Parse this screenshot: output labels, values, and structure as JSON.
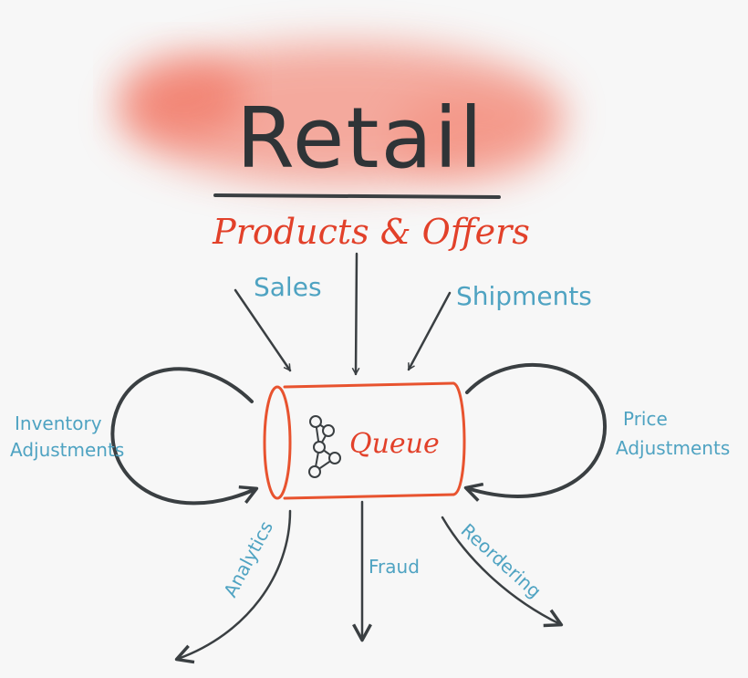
{
  "title": "Retail",
  "subtitle": "Products & Offers",
  "hub": {
    "label": "Queue",
    "icon": "network-graph-icon"
  },
  "inputs": {
    "sales": "Sales",
    "shipments": "Shipments"
  },
  "loops": {
    "left": [
      "Inventory",
      "Adjustments"
    ],
    "right": [
      "Price",
      "Adjustments"
    ]
  },
  "outputs": {
    "analytics": "Analytics",
    "fraud": "Fraud",
    "reordering": "Reordering"
  },
  "colors": {
    "accent": "#e2412a",
    "label": "#4fa3c2",
    "ink": "#3a3f42",
    "highlight": "#f26a55"
  }
}
